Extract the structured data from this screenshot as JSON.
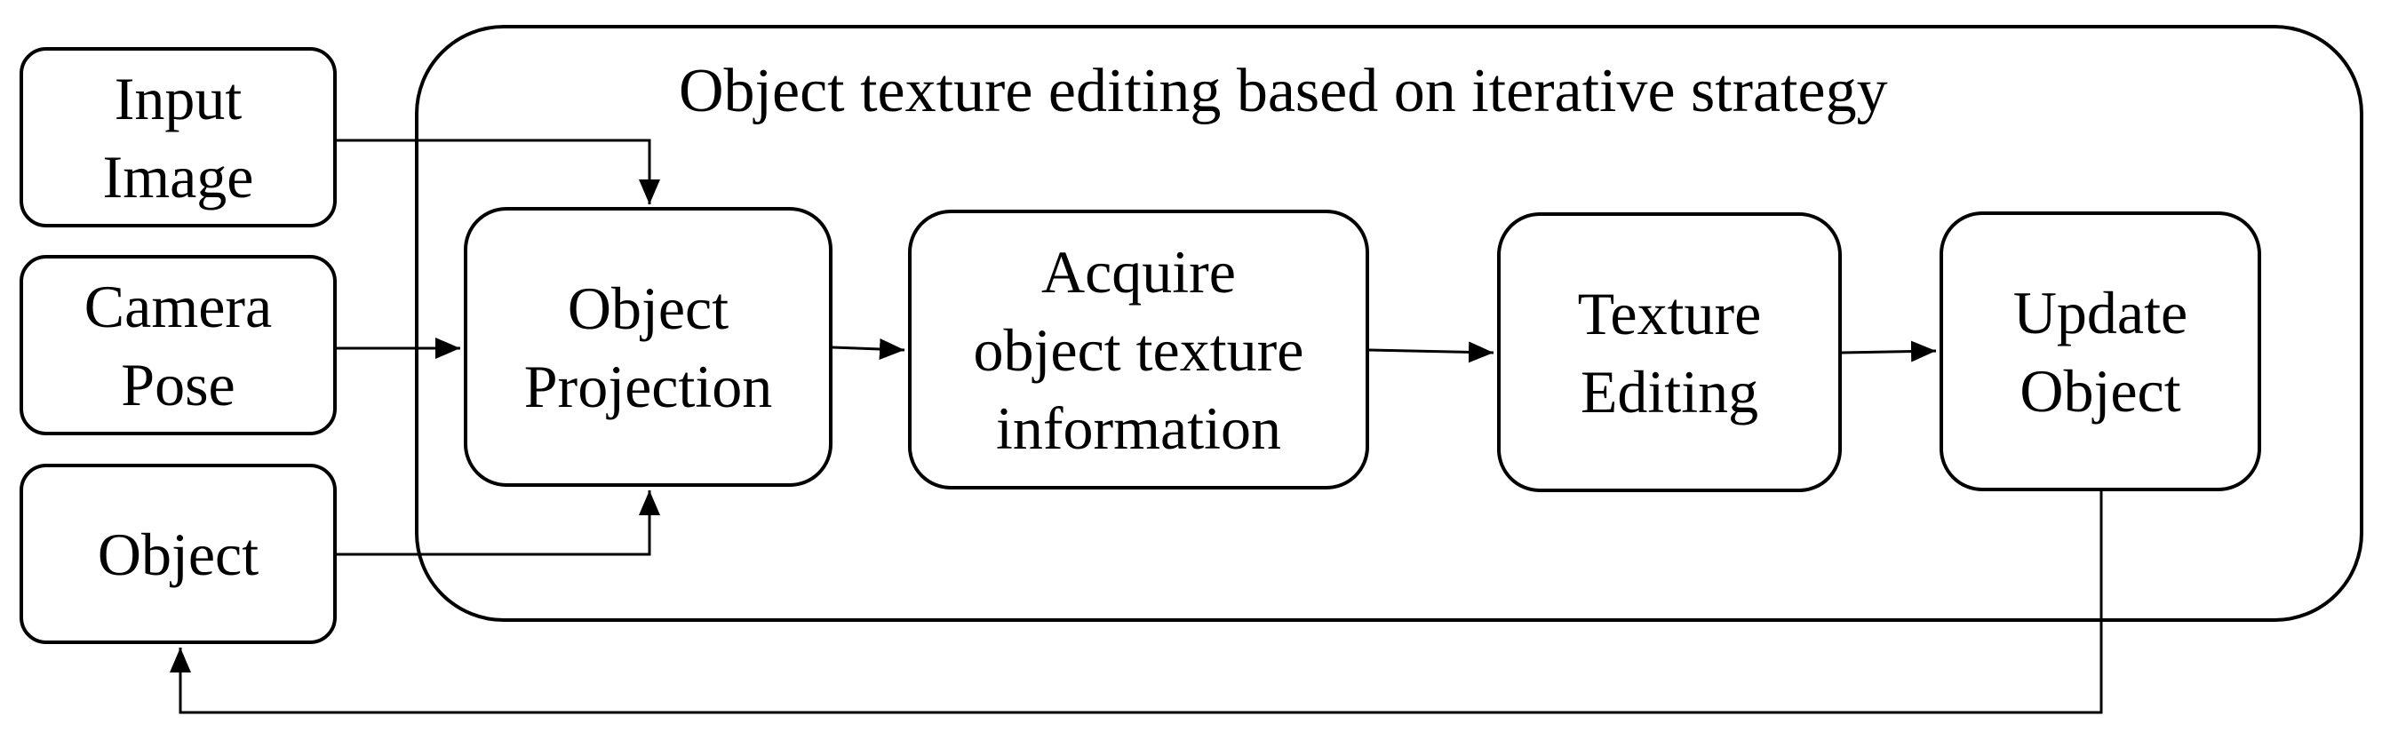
{
  "diagram": {
    "container_title": "Object texture editing based on iterative strategy",
    "inputs": {
      "input_image": "Input\nImage",
      "camera_pose": "Camera\nPose",
      "object": "Object"
    },
    "steps": {
      "object_projection": "Object\nProjection",
      "acquire_texture_info": "Acquire\nobject texture\ninformation",
      "texture_editing": "Texture\nEditing",
      "update_object": "Update\nObject"
    },
    "colors": {
      "stroke": "#000000",
      "background": "#ffffff"
    }
  }
}
